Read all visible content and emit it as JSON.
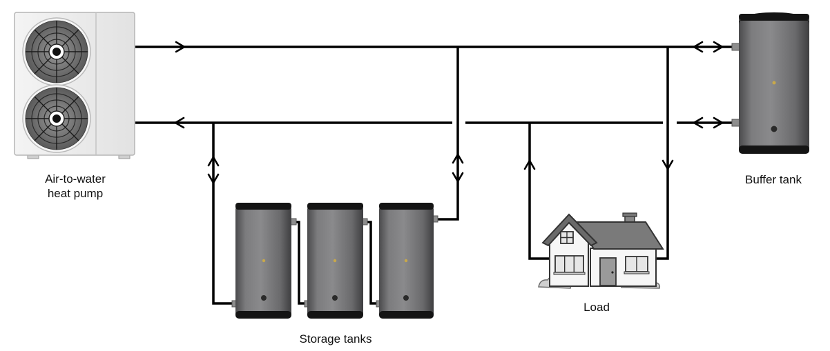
{
  "labels": {
    "heat_pump_line1": "Air-to-water",
    "heat_pump_line2": "heat pump",
    "buffer_tank": "Buffer tank",
    "storage_tanks": "Storage tanks",
    "load": "Load"
  },
  "components": {
    "heat_pump": {
      "fans": 2
    },
    "storage_tanks": {
      "count": 3
    },
    "buffer_tank": {
      "count": 1
    }
  },
  "colors": {
    "pipe": "#000000",
    "tank_body": "#6e6e70",
    "tank_cap": "#141414",
    "heat_pump_casing": "#efefef",
    "house_wall": "#f6f6f6",
    "house_roof": "#7a7a7a"
  }
}
